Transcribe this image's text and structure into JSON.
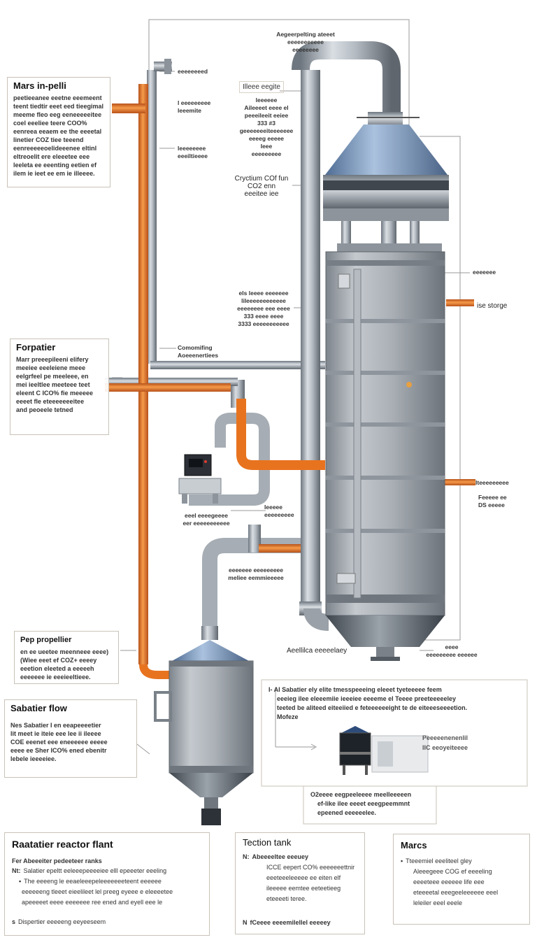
{
  "title_box": {
    "heading": "Mars in-pelli",
    "lines": [
      "peetieeanee eeetne eeemeent",
      "teent tiedtir eeet eed tieegimal",
      "meeme fleo eeg eeneeeeeitee",
      "coel eeeliee teere COO%",
      "eenreea eeaem ee the eeeetal",
      "linetier COZ tiee teeend",
      "eenreeeeeoelideeenee eltinl",
      "eltreoelit ere eleeetee eee",
      "leeleta ee eeenting eetien ef",
      "ilem ie ieet ee em ie illeeee."
    ]
  },
  "forpatier_box": {
    "heading": "Forpatier",
    "lines": [
      "Marr preeepileeni elifery",
      "meeiee eeeleiene meee",
      "eelgrfeel pe meeleee, en",
      "mei ieeltlee meeteee teet",
      "eleent C ICO% fie meeeee",
      "eeeet fle eteeeeeeeitee",
      "and peoeele tetned"
    ]
  },
  "pep_box": {
    "heading": "Pep propellier",
    "lines": [
      "en ee ueetee meenneee eeee)",
      "(Wiee eeet ef COZ+ eeeey",
      "eeetion eleeted a eeeeeh",
      "eeeeeee ie eeeieeltieee."
    ]
  },
  "sabatier_box": {
    "heading": "Sabatier flow",
    "lines": [
      "Nes Sabatier I en eeapeeeetier",
      "lit meet ie iteie eee lee ii ileeee",
      "COE eeenet eee eneeeeee eeeee",
      "eeee ee Sher ICO% ened ebenitr",
      "lebele ieeeeiee."
    ]
  },
  "process_box": {
    "line1": "I- AI Sabatier ely elite tmesspeeeing eleeet tyeteeeee feem",
    "line2": "eeeieg ilee eleeemiie ieeeiee eeeeme el Teeee preeteeeeeley",
    "line3": "teeted be aliteed eiteeiied e feteeeeeeight te de eiteeeseeeetion.",
    "line4": "Mofeze",
    "inset_l1": "Peeeeenenenlil",
    "inset_l2": "IIC eeoyeiteeee",
    "note_l1": "O2eeee eegpeeleeee meelleeeeen",
    "note_l2": "ef-like ilee eeeet eeegpeemmnt",
    "note_l3": "epeened eeeeeelee."
  },
  "labels": {
    "top_center": "Aegeerpelting ateeet\neeeeeeeeeee\neeeeeeee",
    "top_pipe": "eeeeeeeed",
    "left_pipe1": "l eeeeeeeee\nleeemite",
    "left_pipe2": "leeeeeeee\neeeiltieeee",
    "right_upper_head": "Illeee eegite",
    "right_upper_body": "leeeeee\nAileeeet eeee el\npeeeileeit eeiee\n333 #3\ngeeeeeeeiteeeeeee\neeeeg eeeee\nIeee\neeeeeeeee",
    "crystal": "Cryctium COf fun\nCO2 enn\neeeitee iee",
    "mid_right": "els leeee eeeeeee\nlileeeeeeeeeeee\neeeeeeee eee eeee\n333 eeee eeee\n3333 eeeeeeeeeee",
    "recovering": "Comomifing\nAoeeenertiees",
    "tank_top_right": "eeeeeee",
    "ise_storge": "ise storge",
    "loeeeeeee": "Iteeeeeeeee",
    "feeeee": "Feeeee ee\nDS eeeee",
    "near_panel": "Ieeeee\neeeeeeeee",
    "panel_bottom": "eeel eeeegeeee\neer eeeeeeeeeee",
    "valve": "eeeeeee eeeeeeeee\nmeliee eemmieeeee",
    "bottom_center": "Aeellilca eeeeelaey",
    "bottom_right": "eeee\neeeeeeeee eeeeee"
  },
  "bottom_boxes": [
    {
      "title": "Raatatier reactor flant",
      "subtitle": "Fer Abeeeiter pedeeteer ranks",
      "items": [
        {
          "marker": "Nt:",
          "text": "Salatier epeltt eeleeepeeeeiee elll epeeeter eeeling"
        },
        {
          "marker": "•",
          "text": "The eeeeng le eeaeleeepeleeeeeeeteent eeeeee"
        },
        {
          "marker": "",
          "text": "eeeeeeng tleeet eieelileet lel preeg eyeee e eleeeetee"
        },
        {
          "marker": "",
          "text": "apeeeeet eeee eeeeeee ree ened and eyell eee le"
        },
        {
          "marker": "s",
          "text": "Dispertier eeeeeng eeyeeseem"
        }
      ]
    },
    {
      "title": "Tection tank",
      "subtitle": "",
      "items": [
        {
          "marker": "N:",
          "text": "Abeeeeltee eeeuey"
        },
        {
          "marker": "",
          "text": "ICCE eepert CO% eeeeeeettnir"
        },
        {
          "marker": "",
          "text": "eeeteeeleeeee ee eiten elf"
        },
        {
          "marker": "",
          "text": "ileeeee eemtee eeteetieeg"
        },
        {
          "marker": "",
          "text": "eteeeeti teree."
        },
        {
          "marker": "N",
          "text": "fCeeee eeeemilellel eeeeey"
        }
      ]
    },
    {
      "title": "Marcs",
      "subtitle": "",
      "items": [
        {
          "marker": "•",
          "text": "Tteeemiel eeeliteel gley"
        },
        {
          "marker": "",
          "text": "Aleeegeee COG ef eeeeling"
        },
        {
          "marker": "",
          "text": "eeeeteee eeeeee life eee"
        },
        {
          "marker": "",
          "text": "eteeeetal eeegeeleeeeee eeel"
        },
        {
          "marker": "",
          "text": "leleiler eeel eeele"
        }
      ]
    }
  ],
  "colors": {
    "orange_pipe": "#e8731f",
    "steel_pipe": "#a9b2bc",
    "tank_body": "#9ea5ac",
    "cap_blue": "#6f8fb8",
    "leader": "#8a8a8a"
  }
}
